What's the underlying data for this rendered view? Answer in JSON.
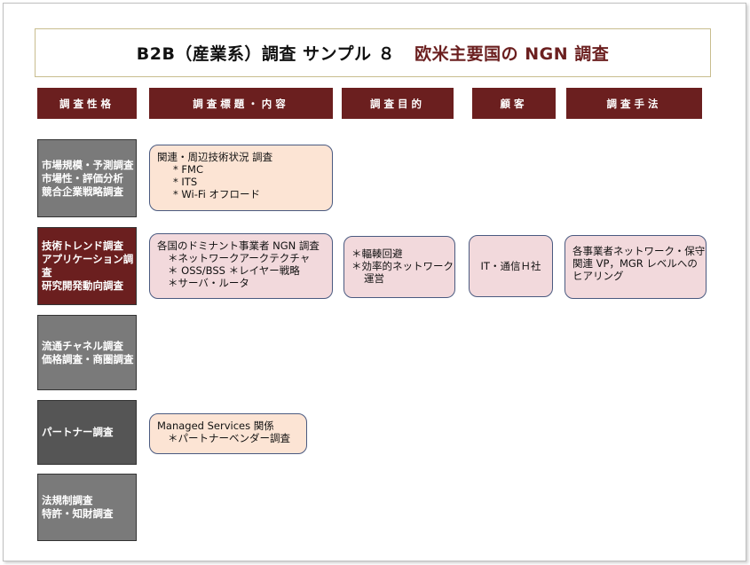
{
  "title": {
    "part1": "B2B（産業系）調査 サンプル ８",
    "part2": "欧米主要国の NGN 調査"
  },
  "headers": [
    {
      "label": "調査性格"
    },
    {
      "label": "調査標題・内容"
    },
    {
      "label": "調査目的"
    },
    {
      "label": "顧客"
    },
    {
      "label": "調査手法"
    }
  ],
  "categories": [
    {
      "lines": [
        "市場規模・予測調査",
        "市場性・評価分析",
        "競合企業戦略調査"
      ]
    },
    {
      "lines": [
        "技術トレンド調査",
        "アプリケーション調査",
        "研究開発動向調査"
      ]
    },
    {
      "lines": [
        "流通チャネル調査",
        "価格調査・商圏調査"
      ]
    },
    {
      "lines": [
        "パートナー調査"
      ]
    },
    {
      "lines": [
        "法規制調査",
        "特許・知財調査"
      ]
    }
  ],
  "boxes": {
    "market": {
      "lines": [
        "関連・周辺技術状況 調査",
        "* FMC",
        "*  ITS",
        "* Wi-Fi オフロード"
      ]
    },
    "tech_content": {
      "lines": [
        "各国のドミナント事業者  NGN 調査",
        "＊ネットワークアークテクチャ",
        "＊ OSS/BSS  ＊レイヤー戦略",
        "＊サーバ・ルータ"
      ]
    },
    "tech_purpose": {
      "lines": [
        "＊輻輳回避",
        "＊効率的ネットワーク",
        "運営"
      ]
    },
    "tech_customer": {
      "lines": [
        "IT・通信Ｈ社"
      ]
    },
    "tech_method": {
      "lines": [
        "各事業者ネットワーク・保守",
        "関連 VP，MGR レベルへの",
        "ヒアリング"
      ]
    },
    "partner": {
      "lines": [
        "Managed Services 関係",
        "＊パートナーベンダー調査"
      ]
    }
  }
}
